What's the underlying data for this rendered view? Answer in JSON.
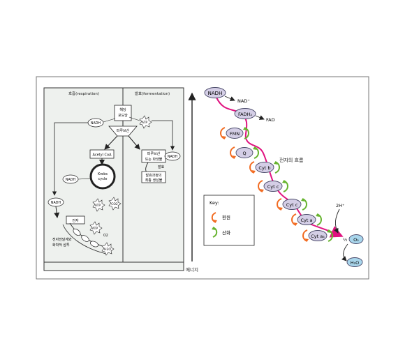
{
  "colors": {
    "panel_bg": "#eef1ee",
    "node_fill": "#d4cee6",
    "node_stroke": "#4a4a6a",
    "o2_fill": "#a9d6ec",
    "electron_flow": "#e0127f",
    "reduction_arrow": "#f26b21",
    "oxidation_arrow": "#66b32e"
  },
  "left_panel": {
    "header_respiration": "호흡(respiration)",
    "header_fermentation": "발효(fermentation)",
    "glucose": [
      "해당",
      "포도당"
    ],
    "pyruvate": "피루브산",
    "atp": "ATP",
    "nadh": "NADH",
    "acetyl_coa": "Acetyl CoA",
    "krebs": [
      "Krebs",
      "cycle"
    ],
    "co2": "CO2",
    "pyruvate_derivative": [
      "피루브산",
      "또는 파생물"
    ],
    "fermentation_label": "발효",
    "fermentation_product": [
      "발효과정의",
      "최종 생성물"
    ],
    "electron": "전자",
    "o2": "O2",
    "h2o": "H2O",
    "etc_caption": [
      "전자전달계와",
      "화학적 삼투"
    ]
  },
  "energy_axis_label": "에너지",
  "chain": {
    "nadh": "NADH",
    "nad_plus": "NAD⁺",
    "fadh2": "FADH₂",
    "fad": "FAD",
    "carriers": [
      "FMN",
      "Q",
      "Cyt b",
      "Cyt c",
      "Cyt c",
      "Cyt a",
      "Cyt a₃"
    ],
    "flow_label": "전자의 흐름",
    "two_h": "2H⁺",
    "half": "½",
    "o2": "O₂",
    "h2o": "H₂O"
  },
  "key": {
    "title": "Key:",
    "reduction": "환원",
    "oxidation": "산화"
  }
}
